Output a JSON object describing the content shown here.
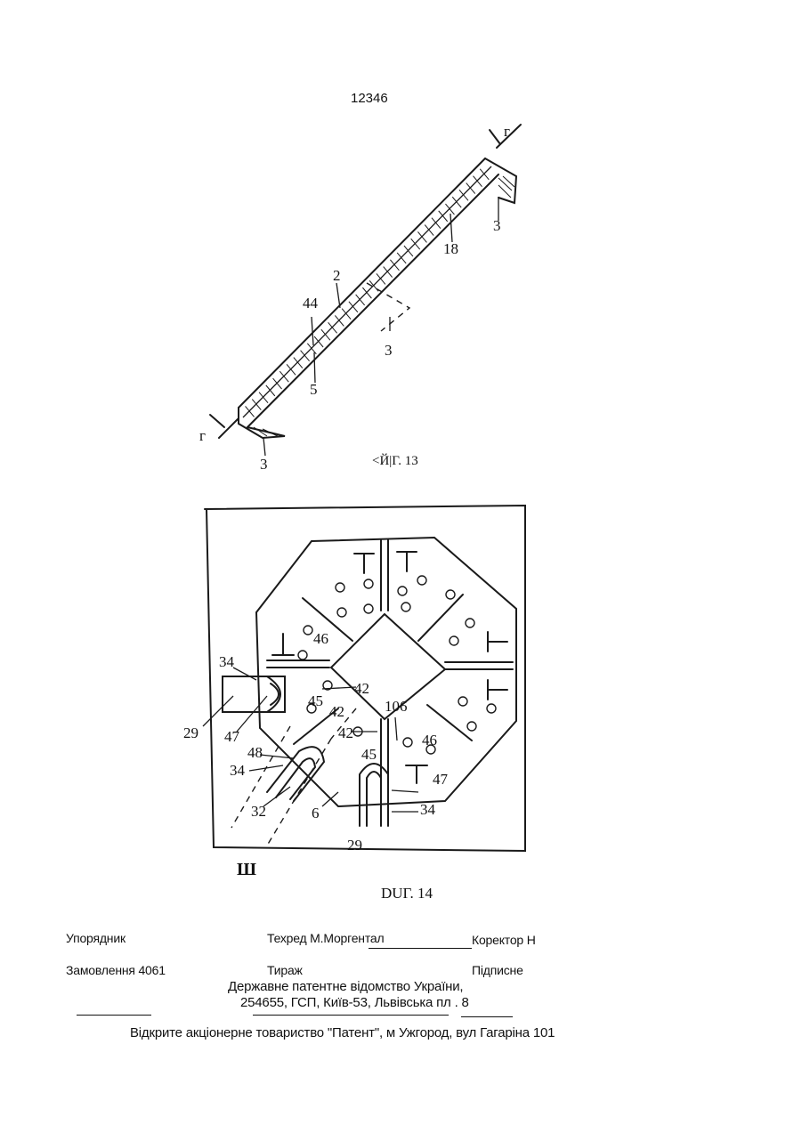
{
  "header": {
    "page_number": "12346"
  },
  "fig13": {
    "caption": "<Й|Г. 13",
    "labels": {
      "l2": "2",
      "l44": "44",
      "l5": "5",
      "l18": "18",
      "l3_top": "3",
      "l3_mid": "3",
      "l3_bottom": "3",
      "g_top": "г",
      "g_bottom": "г"
    }
  },
  "fig14": {
    "caption": "DUГ. 14",
    "corner_mark": "Ш",
    "labels": {
      "l34a": "34",
      "l29a": "29",
      "l47a": "47",
      "l46a": "46",
      "l45a": "45",
      "l42a": "42",
      "l42b": "42",
      "l42c": "42",
      "l106": "106",
      "l46b": "46",
      "l45b": "45",
      "l47b": "47",
      "l48": "48",
      "l34b": "34",
      "l32": "32",
      "l6": "6",
      "l29b": "29",
      "l34c": "34"
    }
  },
  "footer": {
    "compiler_label": "Упорядник",
    "techred": "Техред М.Моргентал",
    "corrector": "Коректор Н",
    "order": "Замовлення 4061",
    "circulation": "Тираж",
    "subscription": "Підписне",
    "office_line1": "Державне патентне відомство України,",
    "office_line2": "254655, ГСП, Київ-53, Львівська пл . 8",
    "publisher": "Відкрите акціонерне товариство \"Патент\", м Ужгород, вул Гагаріна  101"
  }
}
